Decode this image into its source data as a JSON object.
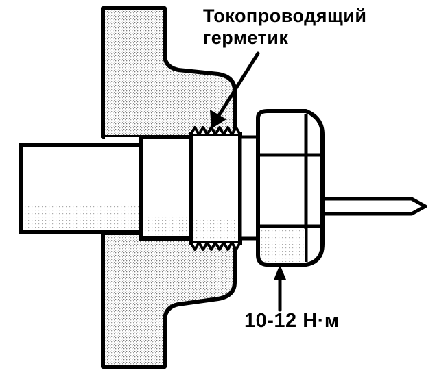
{
  "labels": {
    "sealant_line1": "Токопроводящий",
    "sealant_line2": "герметик",
    "torque": "10-12 Н·м"
  },
  "colors": {
    "stroke": "#000000",
    "background": "#ffffff",
    "stipple": "#8a8a8a"
  }
}
